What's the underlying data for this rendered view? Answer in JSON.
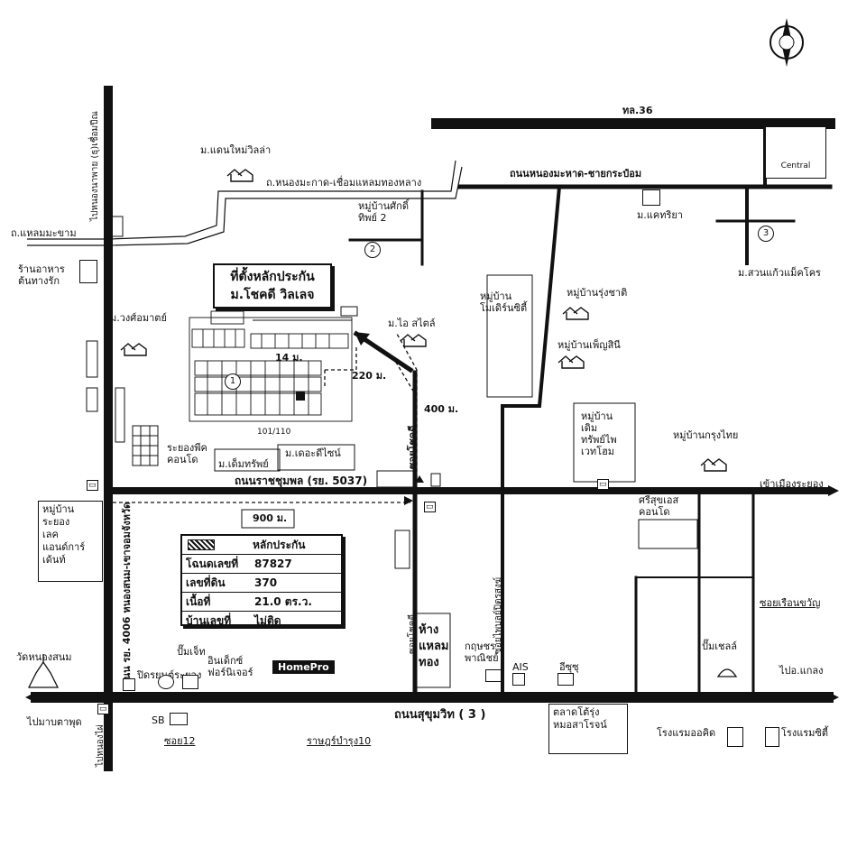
{
  "compass": {
    "label": "N"
  },
  "roads": {
    "tl36": "ทล.36",
    "nongmahad": "ถนนหนองมะหาด-ชายกระป๋อม",
    "nongmakak": "ถ.หนองมะกาด-เชื่อมแหลมทองหลาง",
    "laem_mae_kham": "ถ.แหลมมะขาม",
    "ratchaphon": "ถนนราชชุมพล (รย. 5037)",
    "sukhumvit": "ถนนสุขุมวิท ( 3 )",
    "rt4006": "ถนน รย. 4006 หนองสนม-เขาจอมจังหวัด",
    "soi_chok_dee": "ซอยโชคดี",
    "soi_chok_dee_2": "ซอยโชคดี",
    "soi_phun": "ซอยไพบูลย์ปิตรสงฆ์",
    "top_left_v": "ไปหนองนาพาย (ธุ)เชื่อมปีณ",
    "bottom_left_v": "ไปหนองไผ่"
  },
  "directions": {
    "to_rayong": "เข้าเมืองระยอง",
    "to_klaeng": "ไปอ.แกลง",
    "to_map_ta_phut": "ไปมาบตาพุด",
    "soi_ruean": "ซอยเรือนขวัญ",
    "soi12": "ซอย12",
    "rat_bamrung": "ราษฎร์บำรุง10"
  },
  "places": {
    "dan_mai_villa": "ม.แดนใหม่วิลล่า",
    "sak_thip": "หมู่บ้านศักดิ์\nทิพย์ 2",
    "khae_riya": "ม.แคทริยา",
    "suan_kaew": "ม.สวนแก้วแม็คโคร",
    "restaurant": "ร้านอาหาร\nต้นทางรัก",
    "wong_mart": "ม.วงศ์อมาตย์",
    "rayong_pid": "ระยองพีค\nคอนโด",
    "i_style": "ม.ไอ สไตล์",
    "modern_city": "หมู่บ้าน\nโมเดิร์นซิตี้",
    "rung_chat": "หมู่บ้านรุ่งชาติ",
    "phen_sin": "หมู่บ้านเพ็ญสินี",
    "derm_sap": "หมู่บ้าน\nเดิม\nทรัพย์ไพ\nเวทโฮม",
    "krung_thai": "หมู่บ้านกรุงไทย",
    "rayong_lakes": "หมู่บ้าน\nระยอง\nเลค\nแอนด์การ์\nเด้นท์",
    "sri_suk": "ศรีสุขเอส\nคอนโด",
    "dem_sap": "ม.เด็มทรัพย์",
    "the_design": "ม.เดอะดีไซน์",
    "plot_no": "101/110",
    "haang": "ห้าง\nแหลม\nทอง",
    "kritchon": "กฤษชร\nพาณิชย์",
    "ais": "AIS",
    "isuzu": "อีซุซุ",
    "shell": "ปั๊มเชลล์",
    "wat_nong_sanom": "วัดหนองสนม",
    "pump_jet": "ปั๊มเจ็ท",
    "car_garage": "ปิดรยนต์ระยอง",
    "index_furniture": "อินเด็กซ์\nฟอร์นิเจอร์",
    "homepro": "HomePro",
    "sb": "SB",
    "talad": "ตลาดโต้รุ่ง\nหมอสาโรจน์",
    "hotel_oak": "โรงแรมออคิด",
    "hotel_city": "โรงแรมซิตี้",
    "central": "Central"
  },
  "markers": {
    "m1": "1",
    "m2": "2",
    "m3": "3"
  },
  "distances": {
    "d14": "14 ม.",
    "d220": "220 ม.",
    "d400": "400 ม.",
    "d900": "900 ม."
  },
  "title": {
    "line1": "ที่ตั้งหลักประกัน",
    "line2": "ม.โชคดี วิลเลจ"
  },
  "info": {
    "legend": "หลักประกัน",
    "deed_k": "โฉนดเลขที่",
    "deed_v": "87827",
    "land_k": "เลขที่ดิน",
    "land_v": "370",
    "area_k": "เนื้อที่",
    "area_v": "21.0 ตร.ว.",
    "house_k": "บ้านเลขที่",
    "house_v": "ไม่ติด"
  }
}
